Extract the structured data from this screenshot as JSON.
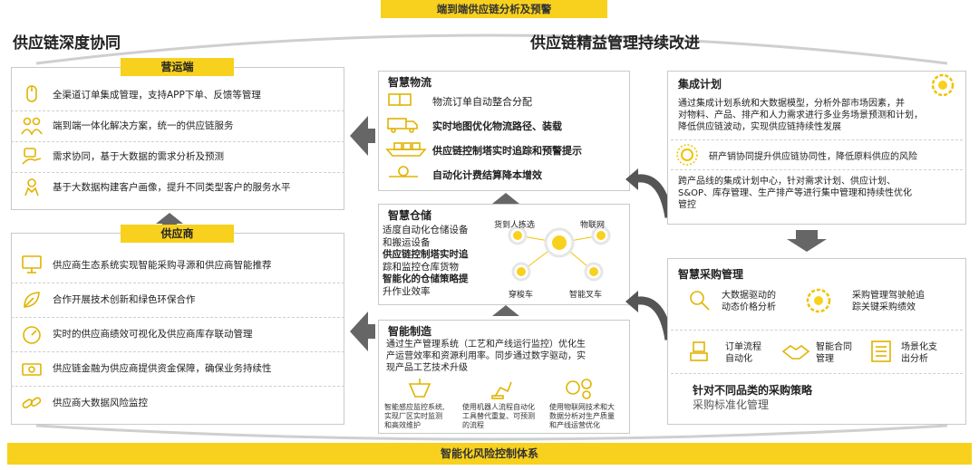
{
  "top_banner": "端到端供应链分析及预警",
  "bottom_banner": "智能化风险控制体系",
  "left_heading": "供应链深度协同",
  "right_heading": "供应链精益管理持续改进",
  "sales": {
    "title": "营运端",
    "items": [
      "全渠道订单集成管理，支持APP下单、反馈等管理",
      "端到端一体化解决方案，统一的供应链服务",
      "需求协同，基于大数据的需求分析及预测",
      "基于大数据构建客户画像，提升不同类型客户的服务水平"
    ]
  },
  "supplier": {
    "title": "供应商",
    "items": [
      "供应商生态系统实现智能采购寻源和供应商智能推荐",
      "合作开展技术创新和绿色环保合作",
      "实时的供应商绩效可视化及供应商库存联动管理",
      "供应链金融为供应商提供资金保障，确保业务持续性",
      "供应商大数据风险监控"
    ]
  },
  "logistics": {
    "title": "智慧物流",
    "items": [
      "物流订单自动整合分配",
      "实时地图优化物流路径、装载",
      "供应链控制塔实时追踪和预警提示",
      "自动化计费结算降本增效"
    ]
  },
  "warehouse": {
    "title": "智慧仓储",
    "text_lines": [
      "适度自动化仓储设备",
      "和搬运设备",
      "供应链控制塔实时追",
      "踪和监控仓库货物",
      "智能化的仓储策略提",
      "升作业效率"
    ],
    "nodes": [
      "货到人拣选",
      "物联网",
      "穿梭车",
      "智能叉车"
    ]
  },
  "manufacturing": {
    "title": "智能制造",
    "text_lines": [
      "通过生产管理系统（工艺和产线运行监控）优化生",
      "产运营效率和资源利用率。同步通过数字驱动，实",
      "现产品工艺技术升级"
    ],
    "sub": [
      {
        "lines": [
          "智能感应监控系统,",
          "实现厂区实时监测",
          "和高效维护"
        ]
      },
      {
        "lines": [
          "使用机器人流程自动化",
          "工具替代重复、可预测",
          "的流程"
        ]
      },
      {
        "lines": [
          "使用物联网技术和大",
          "数据分析对生产质量",
          "和产线运营优化"
        ]
      }
    ]
  },
  "plan": {
    "title": "集成计划",
    "para1_lines": [
      "通过集成计划系统和大数据模型，分析外部市场因素，并",
      "对物料、产品、排产和人力需求进行多业务场景预测和计划，",
      "降低供应链波动，实现供应链持续性发展"
    ],
    "mid": "研产销协同提升供应链协同性，降低原料供应的风险",
    "para2_lines": [
      "跨产品线的集成计划中心，针对需求计划、供应计划、",
      "S&OP、库存管理、生产排产等进行集中管理和持续性优化",
      "管控"
    ]
  },
  "procure": {
    "title": "智慧采购管理",
    "cells": [
      {
        "lines": [
          "大数据驱动的",
          "动态价格分析"
        ]
      },
      {
        "lines": [
          "采购管理驾驶舱追",
          "踪关键采购绩效"
        ]
      },
      {
        "lines": [
          "订单流程",
          "自动化"
        ]
      },
      {
        "lines": [
          "智能合同",
          "管理"
        ]
      },
      {
        "lines": [
          "场景化支",
          "出分析"
        ]
      }
    ],
    "strategy": "针对不同品类的采购策略",
    "standard": "采购标准化管理"
  }
}
